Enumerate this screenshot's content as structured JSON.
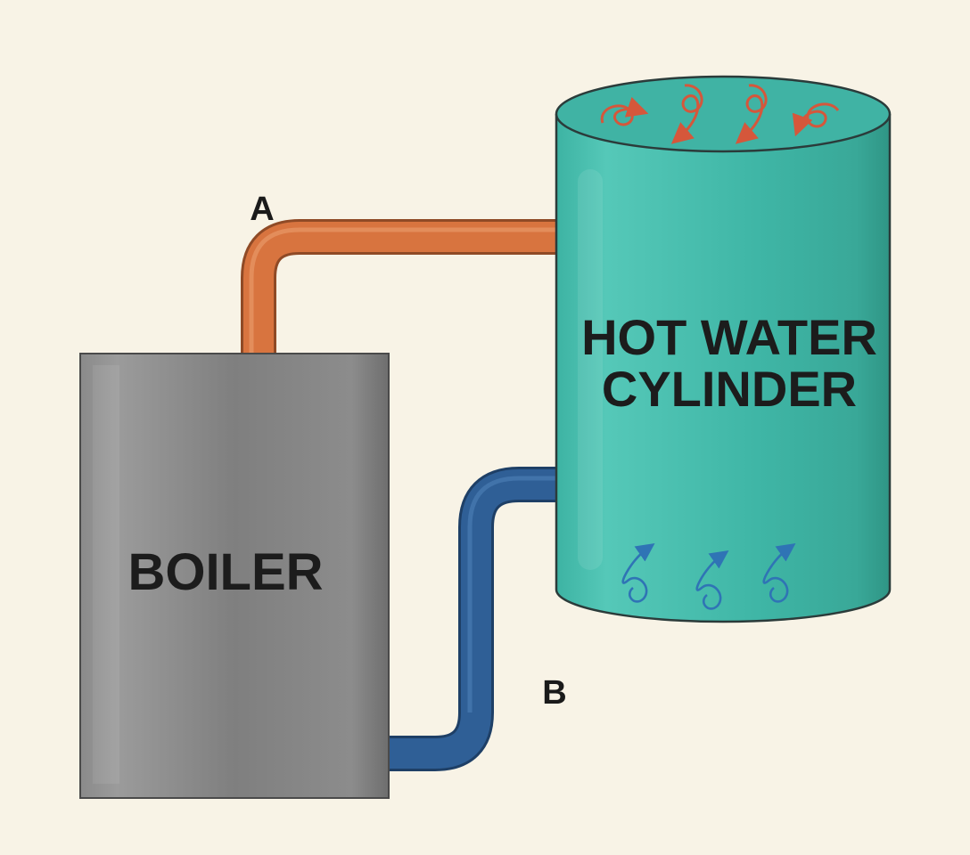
{
  "diagram": {
    "boiler": {
      "label": "BOILER",
      "color": "#7d7d7d"
    },
    "cylinder": {
      "label_line1": "HOT WATER",
      "label_line2": "CYLINDER",
      "color": "#3fb8a8"
    },
    "pipe_a": {
      "label": "A",
      "color": "#d8743f"
    },
    "pipe_b": {
      "label": "B",
      "color": "#2f5f96"
    },
    "hot_swirl_color": "#d5573b",
    "cold_swirl_color": "#2f74b5"
  }
}
